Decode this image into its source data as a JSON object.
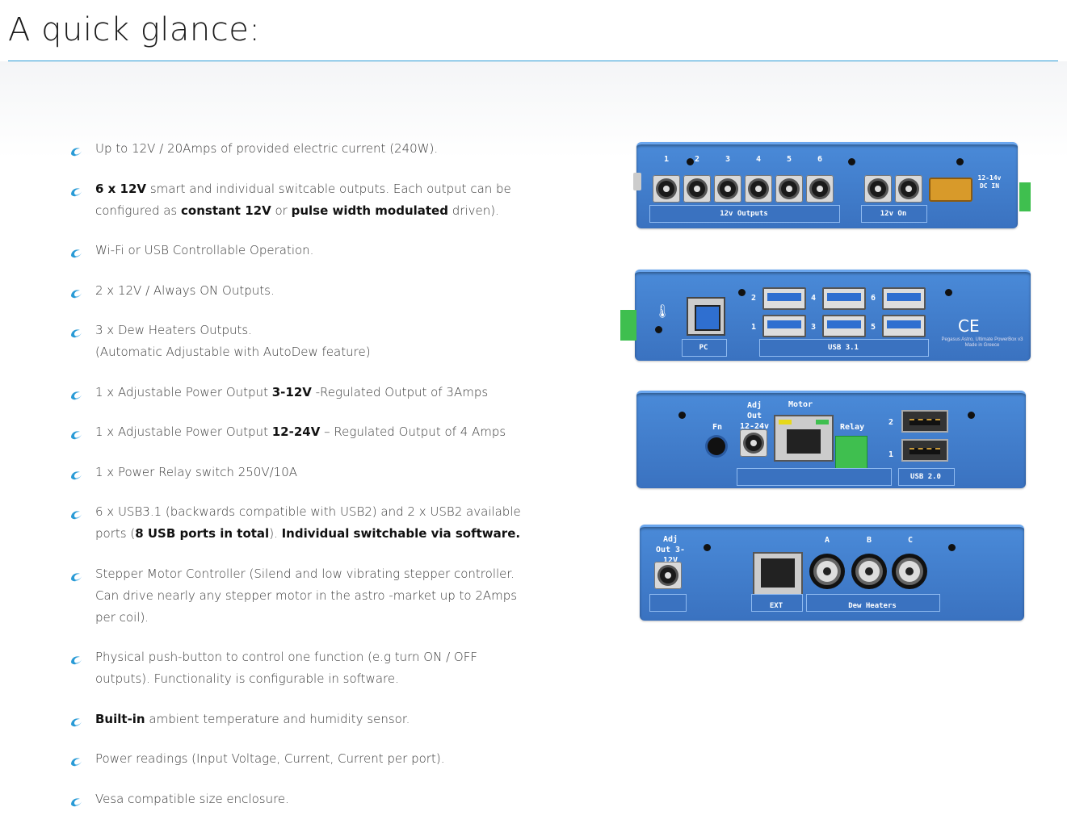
{
  "page": {
    "title": "A quick glance:",
    "accent_color": "#2a9bd6",
    "bullet_icon": "swirl-icon"
  },
  "features": [
    {
      "html": "Up to 12V / 20Amps of provided electric current (240W)."
    },
    {
      "html": "<b>6 x 12V</b> smart and individual switcable outputs. Each output can be configured as <b>constant 12V</b> or <b>pulse width modulated</b> driven)."
    },
    {
      "html": "Wi-Fi or USB Controllable Operation."
    },
    {
      "html": "2 x 12V / Always ON Outputs."
    },
    {
      "html": "3 x Dew Heaters Outputs.<br>(Automatic Adjustable with AutoDew feature)"
    },
    {
      "html": "1 x Adjustable Power Output <b>3-12V</b> -Regulated Output of 3Amps"
    },
    {
      "html": "1 x Adjustable Power Output <b>12-24V</b> – Regulated Output of 4 Amps"
    },
    {
      "html": "1 x Power Relay switch 250V/10A"
    },
    {
      "html": "6 x USB3.1 (backwards compatible with USB2) and 2 x USB2 available ports (<b>8 USB ports in total</b>). <b>Individual switchable via software.</b>"
    },
    {
      "html": "Stepper Motor Controller (Silend and low vibrating stepper controller. Can drive nearly any stepper motor in the astro -market up to 2Amps per coil)."
    },
    {
      "html": "Physical push-button to control one function (e.g turn ON / OFF outputs). Functionality is configurable in software."
    },
    {
      "html": "<b>Built-in</b> ambient temperature and humidity sensor."
    },
    {
      "html": "Power readings (Input Voltage, Current, Current per port)."
    },
    {
      "html": "Vesa compatible size enclosure."
    }
  ],
  "panels": {
    "p1": {
      "nums": [
        "1",
        "2",
        "3",
        "4",
        "5",
        "6"
      ],
      "label_outputs": "12v Outputs",
      "label_on": "12v On",
      "label_dc": "12-14v DC IN"
    },
    "p2": {
      "label_pc": "PC",
      "label_usb31": "USB 3.1",
      "nums": [
        "2",
        "1",
        "4",
        "3",
        "6",
        "5"
      ],
      "brand_line1": "Pegasus Astro, Ultimate PowerBox v3",
      "brand_line2": "Made in Greece",
      "ce": "CE"
    },
    "p3": {
      "label_adj": "Adj Out 12-24v",
      "label_motor": "Motor",
      "label_fn": "Fn",
      "label_relay": "Relay",
      "label_usb20": "USB 2.0",
      "nums": [
        "2",
        "1"
      ]
    },
    "p4": {
      "label_adj": "Adj Out 3-12V",
      "label_ext": "EXT",
      "label_dew": "Dew Heaters",
      "abc": [
        "A",
        "B",
        "C"
      ]
    }
  }
}
